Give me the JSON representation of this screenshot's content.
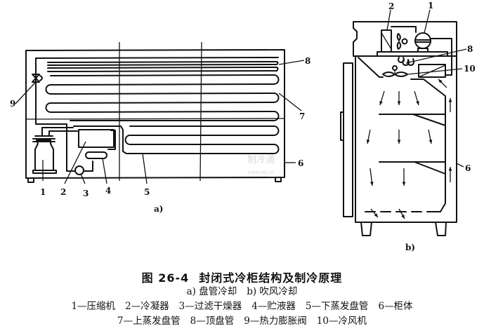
{
  "figure": {
    "number": "图 26-4",
    "title": "封闭式冷柜结构及制冷原理",
    "subtitles": [
      {
        "key": "a)",
        "text": "盘管冷却"
      },
      {
        "key": "b)",
        "text": "吹风冷却"
      }
    ],
    "legend_line1": [
      {
        "num": "1",
        "name": "压缩机"
      },
      {
        "num": "2",
        "name": "冷凝器"
      },
      {
        "num": "3",
        "name": "过滤干燥器"
      },
      {
        "num": "4",
        "name": "贮液器"
      },
      {
        "num": "5",
        "name": "下蒸发盘管"
      },
      {
        "num": "6",
        "name": "柜体"
      }
    ],
    "legend_line2": [
      {
        "num": "7",
        "name": "上蒸发盘管"
      },
      {
        "num": "8",
        "name": "顶盘管"
      },
      {
        "num": "9",
        "name": "热力膨胀阀"
      },
      {
        "num": "10",
        "name": "冷风机"
      }
    ],
    "separator": "—"
  },
  "panel_a": {
    "label": "a)",
    "callouts": {
      "c1": "1",
      "c2": "2",
      "c3": "3",
      "c4": "4",
      "c5": "5",
      "c6": "6",
      "c7": "7",
      "c8": "8",
      "c9": "9"
    }
  },
  "panel_b": {
    "label": "b)",
    "callouts": {
      "c1": "1",
      "c2": "2",
      "c6": "6",
      "c8": "8",
      "c10": "10"
    }
  },
  "watermark": {
    "logo": "制冷通",
    "url": "www.zlt.cc"
  }
}
